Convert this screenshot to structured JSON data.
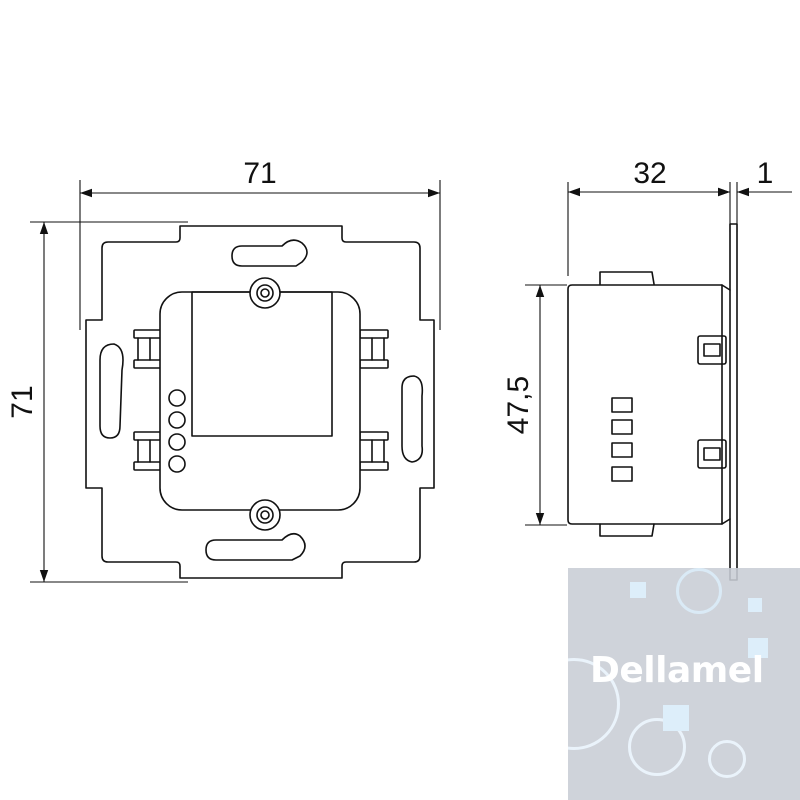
{
  "dimensions": {
    "front_width": "71",
    "front_height": "71",
    "side_depth": "32",
    "side_plate": "1",
    "side_height": "47,5"
  },
  "watermark": {
    "text": "Dellamel"
  }
}
